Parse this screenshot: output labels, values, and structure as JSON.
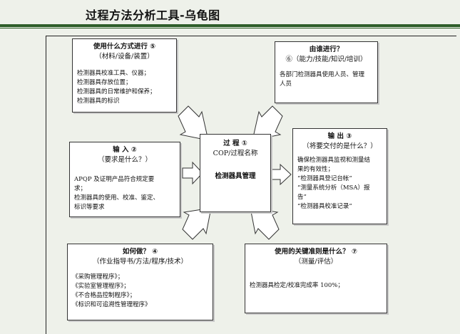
{
  "title": "过程方法分析工具-乌龟图",
  "center": {
    "heading": "过 程 ①",
    "subheading": "COP/过程名称",
    "main": "检测器具管理"
  },
  "top_left": {
    "heading": "使用什么方式进行 ⑤",
    "subheading": "（材料/设备/装置）",
    "lines": [
      "检测器具校准工具、仪器；",
      "检测器具存放位置；",
      "检测器具的日常维护和保养；",
      "检测器具的标识"
    ]
  },
  "top_right": {
    "heading": "由谁进行？",
    "subheading": "⑥（能力/技能/知识/培训）",
    "lines": [
      "各部门检测器具使用人员、管理",
      "人员"
    ]
  },
  "input": {
    "heading": "输 入 ②",
    "subheading": "（要求是什么？）",
    "lines": [
      "APQP 及证明产品符合规定要",
      "求；",
      "检测器具的使用、校准、鉴定、",
      "标识等要求"
    ]
  },
  "output": {
    "heading": "输 出 ③",
    "subheading": "（将要交付的是什么？）",
    "lines": [
      "确保检测器具监视和测量结",
      "果的有效性；",
      "“检测器具登记台帐”",
      "“测量系统分析（MSA）报",
      "告”",
      "“检测器具校准记录”"
    ]
  },
  "bottom_left": {
    "heading": "如何做？ ④",
    "subheading": "（作业指导书/方法/程序/技术）",
    "lines": [
      "《采购管理程序》；",
      "《实验室管理程序》；",
      "《不合格品控制程序》；",
      "《标识和可追溯性管理程序》"
    ]
  },
  "bottom_right": {
    "heading": "使用的关键准则是什么？ ⑦",
    "subheading": "（测量/评估）",
    "lines": [
      "检测器具检定/校准完成率 100%；"
    ]
  }
}
